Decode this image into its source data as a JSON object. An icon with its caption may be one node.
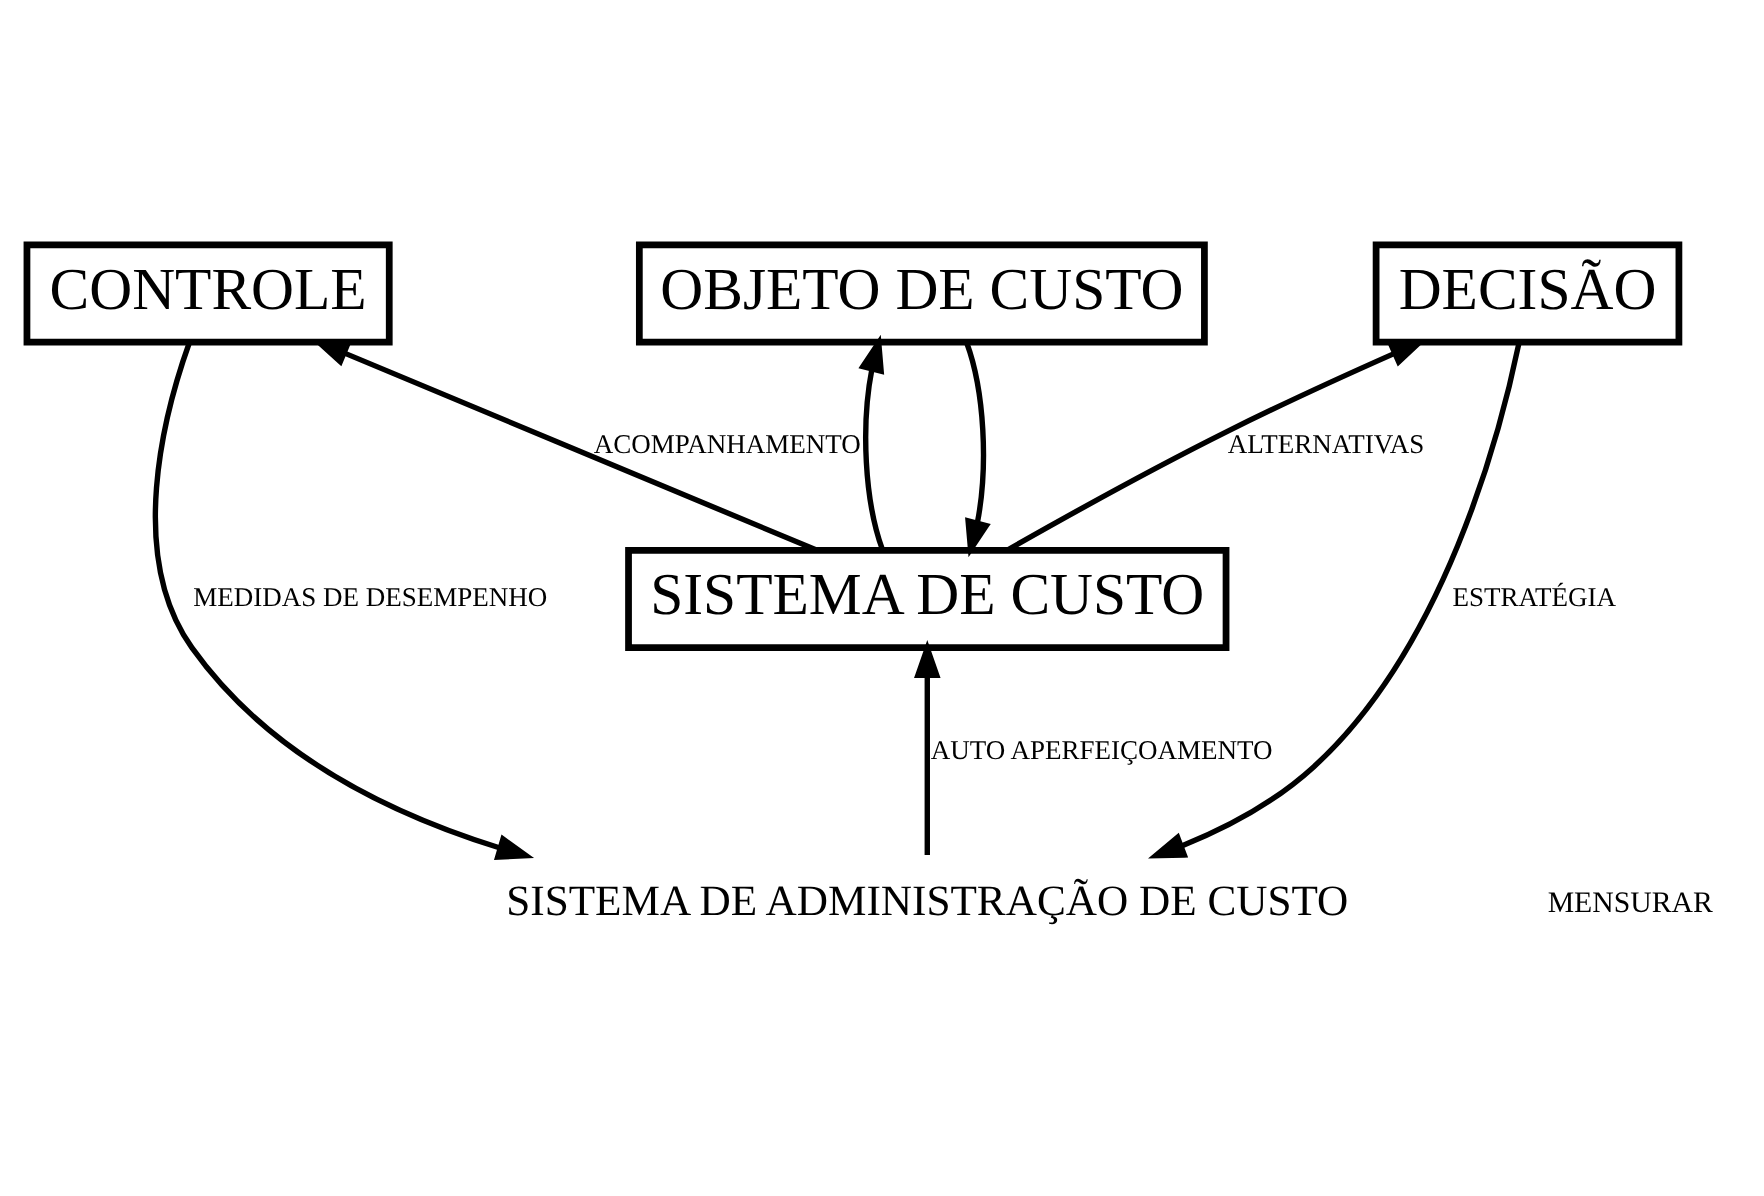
{
  "diagram": {
    "nodes": [
      {
        "text": [
          "SISTEMA DE ADMINISTRAÇÃO DE CUSTO"
        ]
      },
      {
        "text": [
          "CONTROLE"
        ]
      },
      {
        "text": [
          "DECISÃO"
        ]
      },
      {
        "text": [
          "SISTEMA DE CUSTO"
        ]
      },
      {
        "text": [
          "OBJETO DE CUSTO"
        ]
      }
    ],
    "edges": [
      {
        "from": 1,
        "to": 0,
        "arrow": "to",
        "label": "MEDIDAS DE DESEMPENHO"
      },
      {
        "from": 2,
        "to": 0,
        "arrow": "to",
        "label": "ESTRATÉGIA"
      },
      {
        "from": 3,
        "to": 2,
        "arrow": "to",
        "label": "ALTERNATIVAS"
      },
      {
        "from": 3,
        "to": 1,
        "arrow": "to",
        "label": "ACOMPANHAMENTO"
      },
      {
        "from": 0,
        "to": 3,
        "arrow": "to",
        "label": "AUTO APERFEIÇOAMENTO"
      },
      {
        "from": 3,
        "to": 4,
        "arrow": "to"
      },
      {
        "from": 4,
        "to": 3,
        "arrow": "to"
      }
    ],
    "labels": [
      "MENSURAR"
    ]
  }
}
